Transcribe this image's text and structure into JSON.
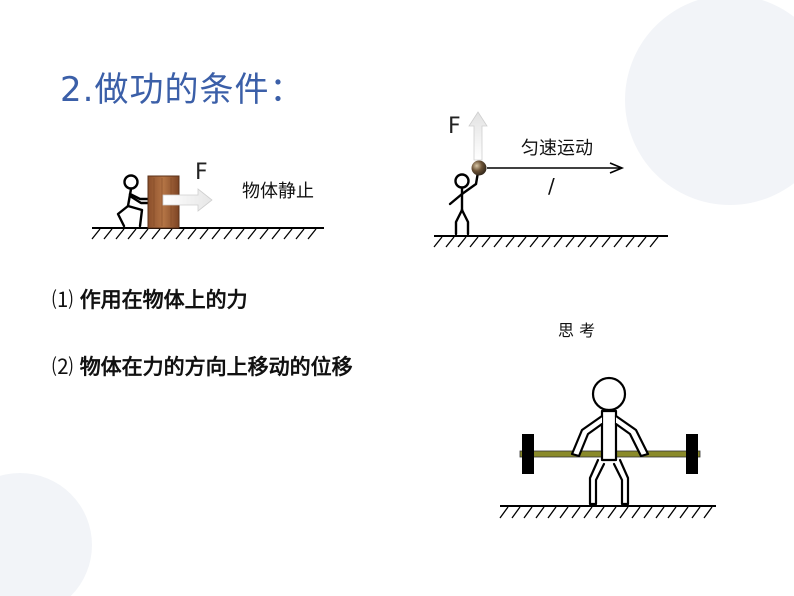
{
  "slide": {
    "title": "2.做功的条件：",
    "scene1": {
      "force_label": "F",
      "state_label": "物体静止"
    },
    "scene2": {
      "force_label": "F",
      "motion_label": "匀速运动",
      "slash_mark": "/"
    },
    "conditions": [
      {
        "number": "⑴",
        "text": "作用在物体上的力"
      },
      {
        "number": "⑵",
        "text": "物体在力的方向上移动的位移"
      }
    ],
    "think_label": "思 考"
  },
  "colors": {
    "title": "#3b5fa8",
    "box": "#a0623a",
    "barbell_bar": "#8a8a2a",
    "ball": "#5a4a3a",
    "bg_circle": "#eef0f6"
  }
}
